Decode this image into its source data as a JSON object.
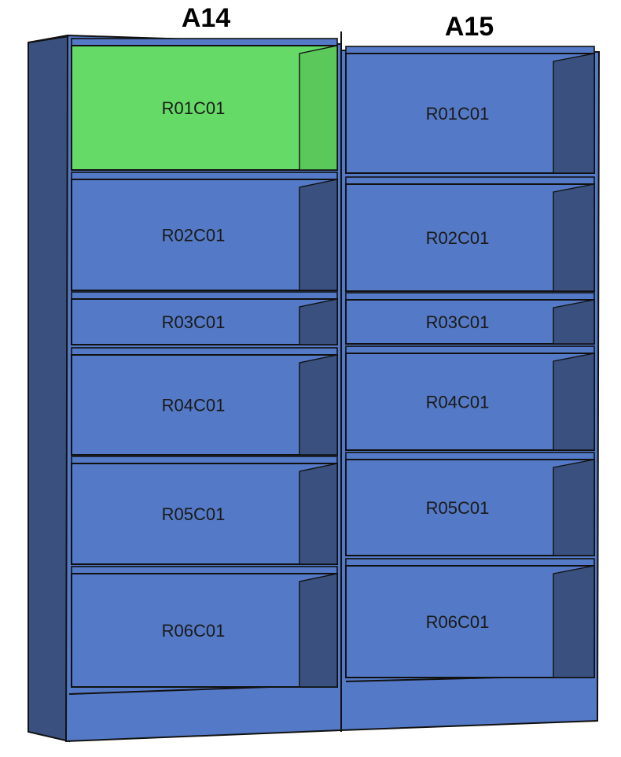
{
  "colors": {
    "cabinet": "#5479C6",
    "cabinet_dark": "#3A5180",
    "outline": "#111111",
    "selected": "#66DA66",
    "selected_dark": "#5BC85B"
  },
  "selected_cell": {
    "column": "A14",
    "cell": "R01C01"
  },
  "columns": [
    {
      "id": "A14",
      "title": "A14",
      "cells": [
        "R01C01",
        "R02C01",
        "R03C01",
        "R04C01",
        "R05C01",
        "R06C01"
      ]
    },
    {
      "id": "A15",
      "title": "A15",
      "cells": [
        "R01C01",
        "R02C01",
        "R03C01",
        "R04C01",
        "R05C01",
        "R06C01"
      ]
    }
  ]
}
